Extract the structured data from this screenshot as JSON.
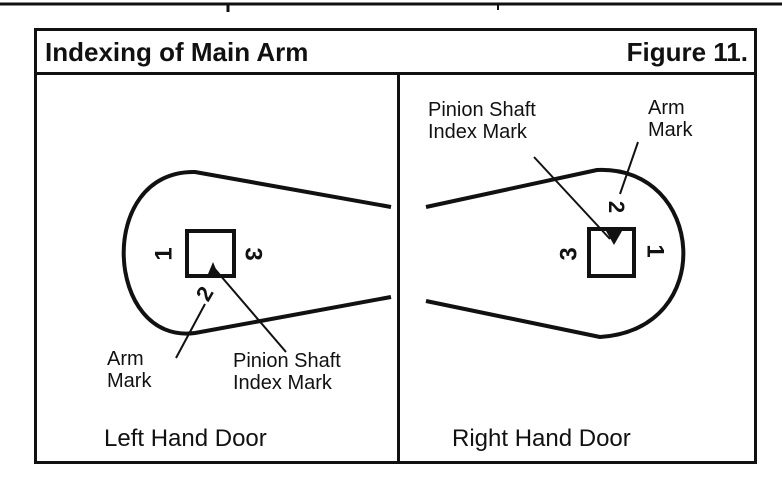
{
  "figure": {
    "title": "Indexing of Main Arm",
    "number": "Figure 11."
  },
  "left_panel": {
    "caption": "Left Hand Door",
    "arm_mark_label": [
      "Arm",
      "Mark"
    ],
    "pinion_label": [
      "Pinion Shaft",
      "Index Mark"
    ],
    "indices": [
      "1",
      "2",
      "3"
    ]
  },
  "right_panel": {
    "caption": "Right Hand Door",
    "arm_mark_label": [
      "Arm",
      "Mark"
    ],
    "pinion_label": [
      "Pinion Shaft",
      "Index Mark"
    ],
    "indices": [
      "1",
      "2",
      "3"
    ]
  }
}
